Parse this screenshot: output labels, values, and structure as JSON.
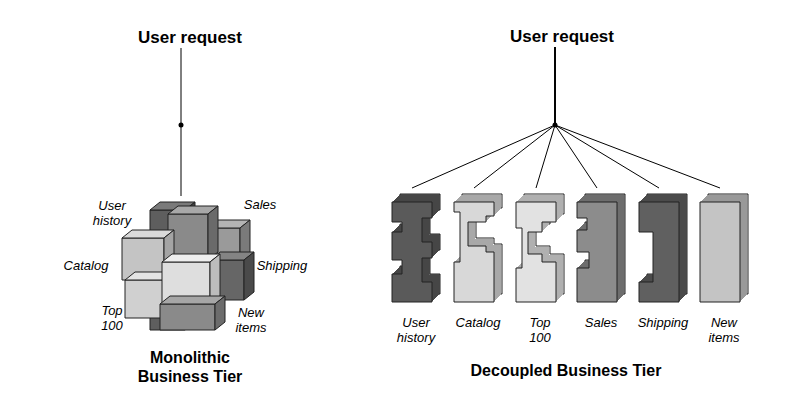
{
  "diagram": {
    "nodes": [
      {
        "text": [
          "User request"
        ]
      },
      {
        "text": [
          "User request"
        ]
      },
      {
        "text": [
          "Monolithic Business Tier"
        ]
      },
      {
        "text": [
          "User history"
        ]
      },
      {
        "text": [
          "Catalog"
        ]
      },
      {
        "text": [
          "Top 100"
        ]
      },
      {
        "text": [
          "Sales"
        ]
      },
      {
        "text": [
          "Shipping"
        ]
      },
      {
        "text": [
          "New items"
        ]
      }
    ],
    "edges": [
      {
        "from": 0,
        "to": 2,
        "arrow": "none"
      },
      {
        "from": 1,
        "to": 3,
        "arrow": "none"
      },
      {
        "from": 1,
        "to": 4,
        "arrow": "none"
      },
      {
        "from": 1,
        "to": 5,
        "arrow": "none"
      },
      {
        "from": 1,
        "to": 6,
        "arrow": "none"
      },
      {
        "from": 1,
        "to": 7,
        "arrow": "none"
      },
      {
        "from": 1,
        "to": 8,
        "arrow": "none"
      }
    ],
    "labels": [
      "User history",
      "Sales",
      "Catalog",
      "Shipping",
      "Top 100",
      "New items",
      "Decoupled Business Tier"
    ]
  }
}
